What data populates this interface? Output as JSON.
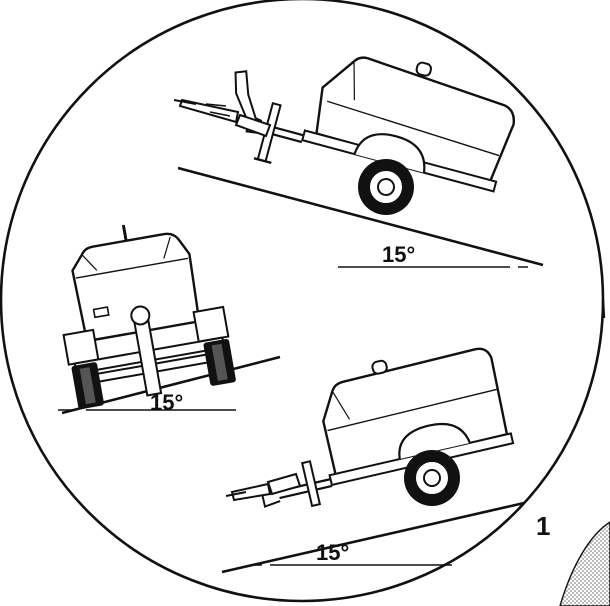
{
  "figure": {
    "number": "1",
    "views": [
      {
        "id": "side-uphill",
        "angle_label": "15°"
      },
      {
        "id": "rear-lateral",
        "angle_label": "15°"
      },
      {
        "id": "side-downhill",
        "angle_label": "15°"
      }
    ]
  },
  "colors": {
    "ink": "#111111",
    "paper": "#ffffff",
    "hatch": "#9a9a9a"
  }
}
